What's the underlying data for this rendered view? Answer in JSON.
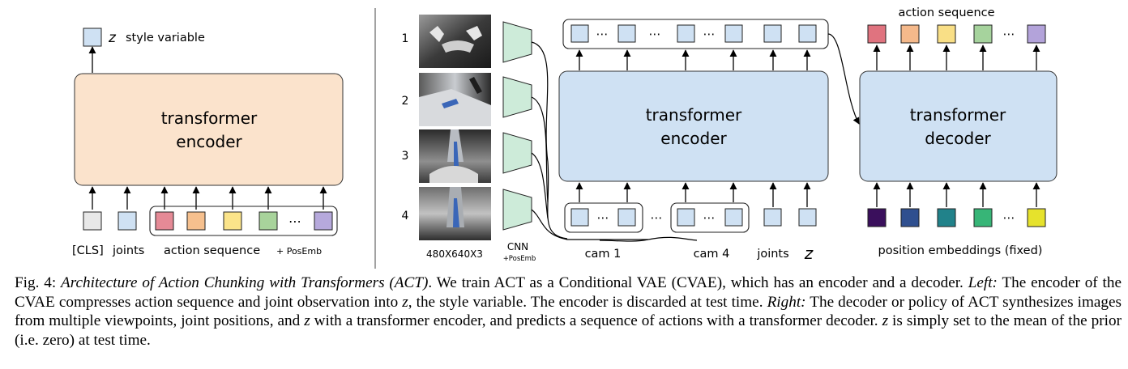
{
  "left": {
    "encoder_label_1": "transformer",
    "encoder_label_2": "encoder",
    "style_z": "z",
    "style_label": "style variable",
    "cls_label": "[CLS]",
    "joints_label": "joints",
    "action_label": "action sequence",
    "posemb_label": "+ PosEmb",
    "ellipsis": "⋯"
  },
  "right": {
    "image_numbers": [
      "1",
      "2",
      "3",
      "4"
    ],
    "image_size_label": "480X640X3",
    "cnn_label": "CNN",
    "cnn_posemb_label": "+PosEmb",
    "encoder_label_1": "transformer",
    "encoder_label_2": "encoder",
    "decoder_label_1": "transformer",
    "decoder_label_2": "decoder",
    "cam1_label": "cam 1",
    "cam4_label": "cam 4",
    "joints_label": "joints",
    "z_label": "z",
    "action_sequence_label": "action sequence",
    "position_embeddings_label": "position embeddings (fixed)",
    "ellipsis": "⋯"
  },
  "colors": {
    "encoder_left_fill": "#fbe3cc",
    "encoder_right_fill": "#cfe1f3",
    "token_blue": "#cfe1f3",
    "token_gray": "#e8e8e8",
    "action_tokens": [
      "#e58a96",
      "#f6c08e",
      "#fbe48a",
      "#a8d39b",
      "#b6a9dc"
    ],
    "action_out_tokens": [
      "#e0737f",
      "#f5b98b",
      "#f9df86",
      "#a6d39d",
      "#b3a3da"
    ],
    "position_tokens": [
      "#3a0f5c",
      "#2f4f8f",
      "#21828a",
      "#37b577",
      "#e6e22c"
    ]
  },
  "caption": {
    "fig_label": "Fig. 4: ",
    "title": "Architecture of Action Chunking with Transformers (ACT)",
    "s1": ". We train ACT as a Conditional VAE (CVAE), which has an encoder and a decoder. ",
    "left_word": "Left:",
    "s2": " The encoder of the CVAE compresses action sequence and joint observation into ",
    "z1": "z",
    "s3": ", the style variable. The encoder is discarded at test time. ",
    "right_word": "Right:",
    "s4": " The decoder or policy of ACT synthesizes images from multiple viewpoints, joint positions, and ",
    "z2": "z",
    "s5": " with a transformer encoder, and predicts a sequence of actions with a transformer decoder. ",
    "z3": "z",
    "s6": " is simply set to the mean of the prior (i.e. zero) at test time."
  }
}
